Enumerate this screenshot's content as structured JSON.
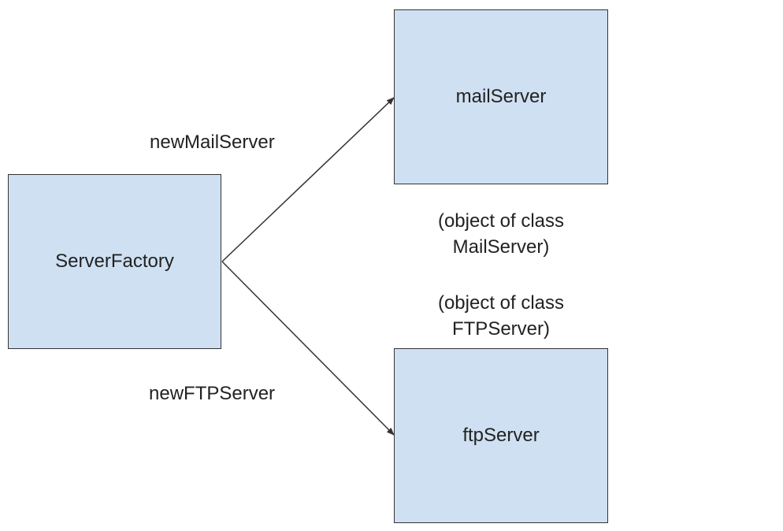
{
  "nodes": {
    "factory": "ServerFactory",
    "mail_server": "mailServer",
    "ftp_server": "ftpServer"
  },
  "edges": {
    "to_mail": "newMailServer",
    "to_ftp": "newFTPServer"
  },
  "notes": {
    "mail": [
      "(object of class",
      "MailServer)"
    ],
    "ftp": [
      "(object of class",
      "FTPServer)"
    ]
  },
  "colors": {
    "box_fill": "#cfe0f2",
    "box_border": "#333333",
    "arrow": "#333333"
  }
}
